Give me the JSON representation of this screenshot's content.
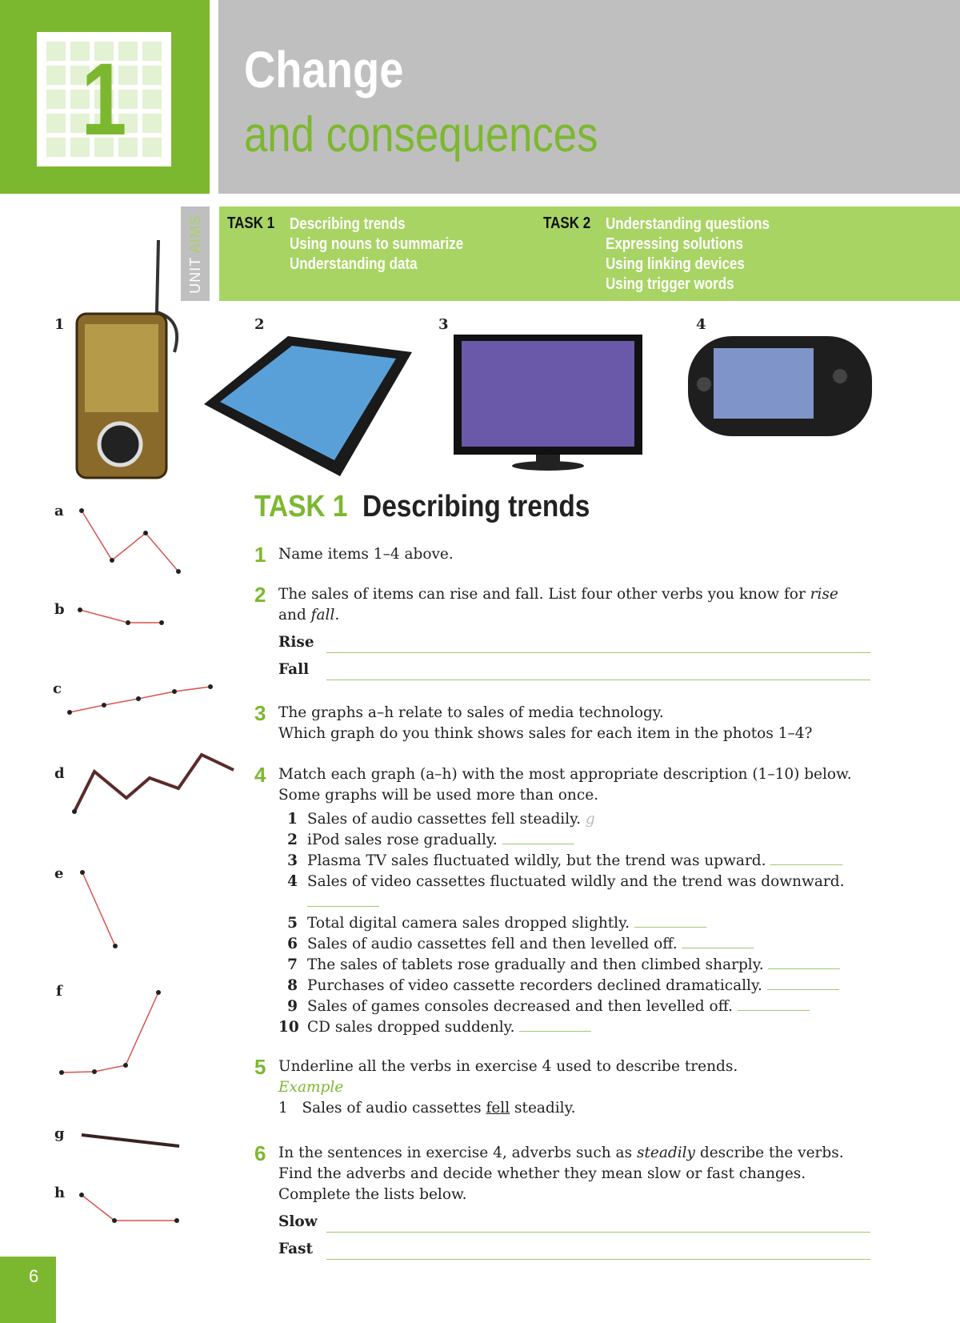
{
  "header": {
    "unit_number": "1",
    "title_line1": "Change",
    "title_line2": "and consequences"
  },
  "unit_aims": {
    "label_a": "UNIT ",
    "label_b": "AIMS",
    "task1": {
      "label": "TASK 1",
      "items": [
        "Describing trends",
        "Using nouns to summarize",
        "Understanding data"
      ]
    },
    "task2": {
      "label": "TASK 2",
      "items": [
        "Understanding questions",
        "Expressing solutions",
        "Using linking devices",
        "Using trigger words"
      ]
    }
  },
  "photos": {
    "labels": [
      "1",
      "2",
      "3",
      "4"
    ]
  },
  "graphs": {
    "labels": [
      "a",
      "b",
      "c",
      "d",
      "e",
      "f",
      "g",
      "h"
    ]
  },
  "task": {
    "label": "TASK 1",
    "title": "Describing trends"
  },
  "exercises": {
    "e1": {
      "num": "1",
      "text": "Name items 1–4 above."
    },
    "e2": {
      "num": "2",
      "text_a": "The sales of items can rise and fall. List four other verbs you know for ",
      "rise": "rise",
      "text_b": " and ",
      "fall": "fall",
      "text_c": ".",
      "rise_label": "Rise",
      "fall_label": "Fall"
    },
    "e3": {
      "num": "3",
      "line1": "The graphs a–h relate to sales of media technology.",
      "line2": "Which graph do you think shows sales for each item in the photos 1–4?"
    },
    "e4": {
      "num": "4",
      "line1": "Match each graph (a–h) with the most appropriate description (1–10) below.",
      "line2": "Some graphs will be used more than once.",
      "items": [
        {
          "n": "1",
          "t": "Sales of audio cassettes fell steadily.",
          "answer": "g"
        },
        {
          "n": "2",
          "t": "iPod sales rose gradually."
        },
        {
          "n": "3",
          "t": "Plasma TV sales fluctuated wildly, but the trend was upward."
        },
        {
          "n": "4",
          "t": "Sales of video cassettes fluctuated wildly and the trend was downward."
        },
        {
          "n": "5",
          "t": "Total digital camera sales dropped slightly."
        },
        {
          "n": "6",
          "t": "Sales of audio cassettes fell and then levelled off."
        },
        {
          "n": "7",
          "t": "The sales of tablets rose gradually and then climbed sharply."
        },
        {
          "n": "8",
          "t": "Purchases of video cassette recorders declined dramatically."
        },
        {
          "n": "9",
          "t": "Sales of games consoles decreased and then levelled off."
        },
        {
          "n": "10",
          "t": "CD sales dropped suddenly."
        }
      ]
    },
    "e5": {
      "num": "5",
      "text": "Underline all the verbs in exercise 4 used to describe trends.",
      "example_label": "Example",
      "ex_n": "1",
      "ex_a": "Sales of audio cassettes ",
      "ex_u": "fell",
      "ex_b": " steadily."
    },
    "e6": {
      "num": "6",
      "text_a": "In the sentences in exercise 4, adverbs such as ",
      "steadily": "steadily",
      "text_b": " describe the verbs.",
      "line2": "Find the adverbs and decide whether they mean slow or fast changes.",
      "line3": "Complete the lists below.",
      "slow_label": "Slow",
      "fast_label": "Fast"
    }
  },
  "footer": {
    "page_number": "6"
  },
  "colors": {
    "accent": "#7cb82f",
    "band": "#a8d464",
    "header_gray": "#bfbfc0",
    "graph_line": "#d9534f"
  }
}
